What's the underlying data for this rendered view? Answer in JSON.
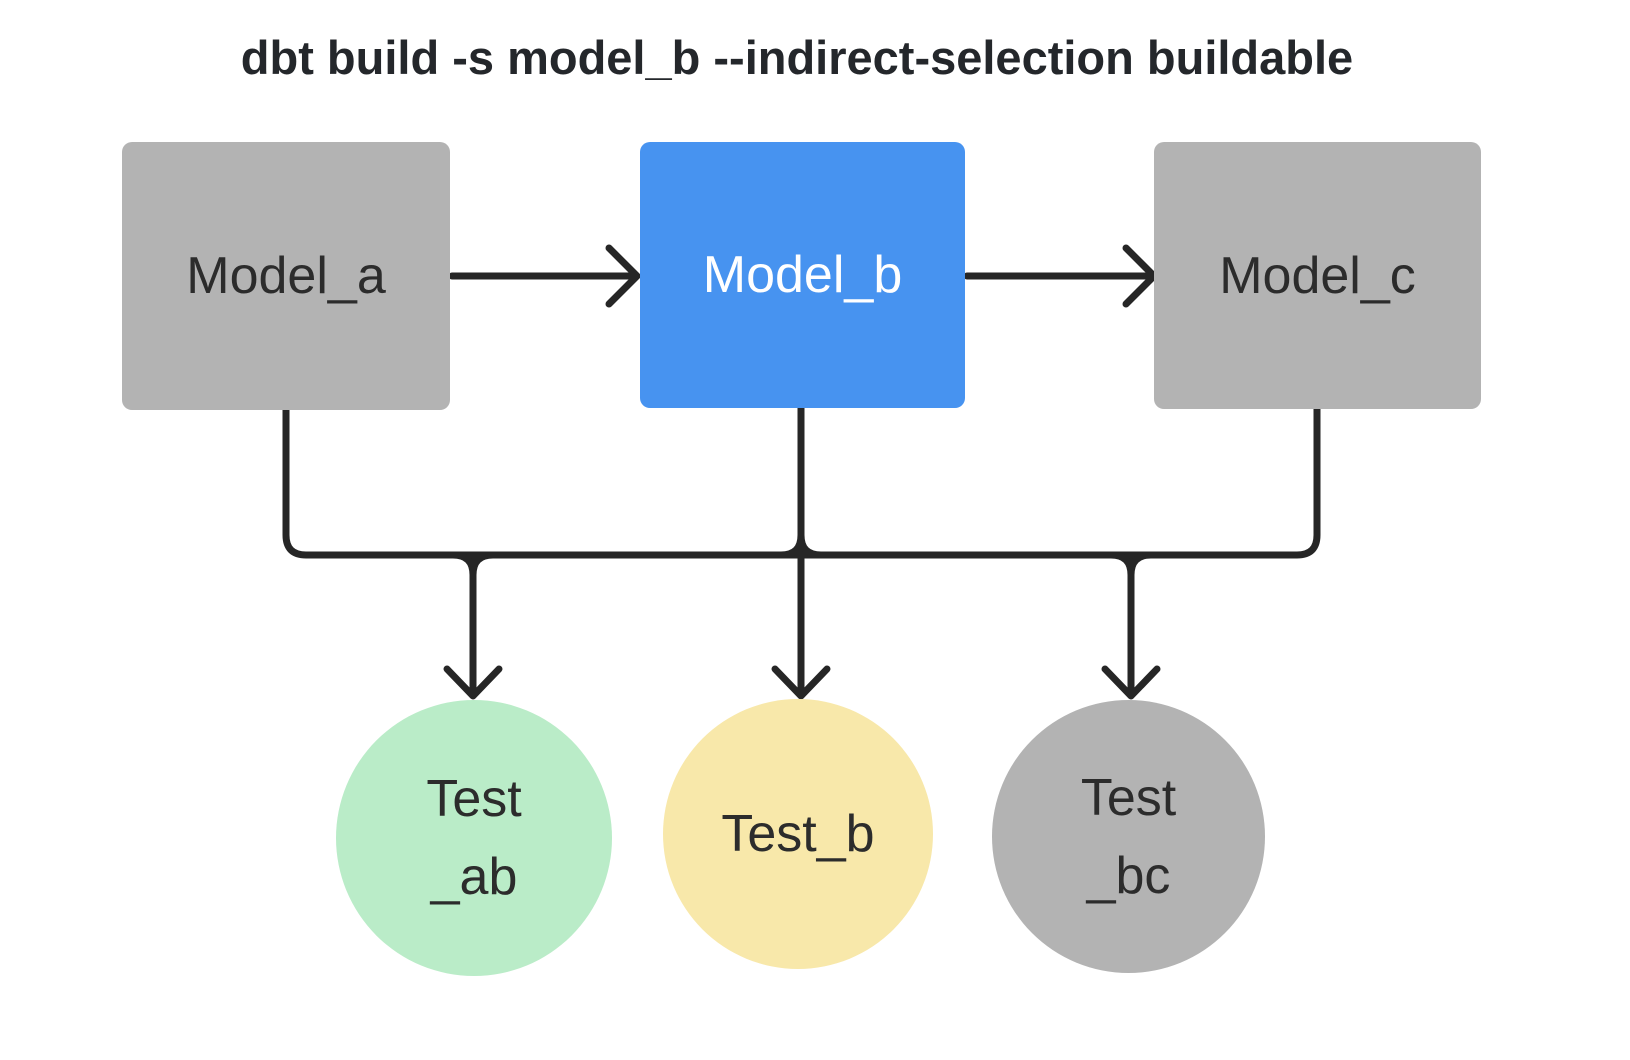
{
  "title": "dbt build -s model_b --indirect-selection buildable",
  "colors": {
    "background": "#ffffff",
    "edge": "#262626",
    "selected_model_blue": "#4793f0",
    "unselected_model_gray": "#b3b3b3",
    "buildable_test_green": "#baecc8",
    "selected_test_yellow": "#f8e8aa",
    "unselected_test_gray": "#b3b3b3",
    "title_text": "#24272b",
    "label_text": "#2c2c2c",
    "selected_label_text": "#ffffff"
  },
  "nodes": {
    "model_a": {
      "label": "Model_a",
      "type": "model",
      "fill": "#b3b3b3"
    },
    "model_b": {
      "label": "Model_b",
      "type": "model",
      "fill": "#4793f0"
    },
    "model_c": {
      "label": "Model_c",
      "type": "model",
      "fill": "#b3b3b3"
    },
    "test_ab": {
      "lines": [
        "Test",
        "_ab"
      ],
      "type": "test",
      "fill": "#baecc8"
    },
    "test_b": {
      "lines": [
        "Test_b"
      ],
      "type": "test",
      "fill": "#f8e8aa"
    },
    "test_bc": {
      "lines": [
        "Test",
        "_bc"
      ],
      "type": "test",
      "fill": "#b3b3b3"
    }
  },
  "edges": [
    {
      "from": "model_a",
      "to": "model_b"
    },
    {
      "from": "model_b",
      "to": "model_c"
    },
    {
      "from": "model_a",
      "to": "test_ab"
    },
    {
      "from": "model_b",
      "to": "test_ab"
    },
    {
      "from": "model_b",
      "to": "test_b"
    },
    {
      "from": "model_b",
      "to": "test_bc"
    },
    {
      "from": "model_c",
      "to": "test_bc"
    }
  ]
}
